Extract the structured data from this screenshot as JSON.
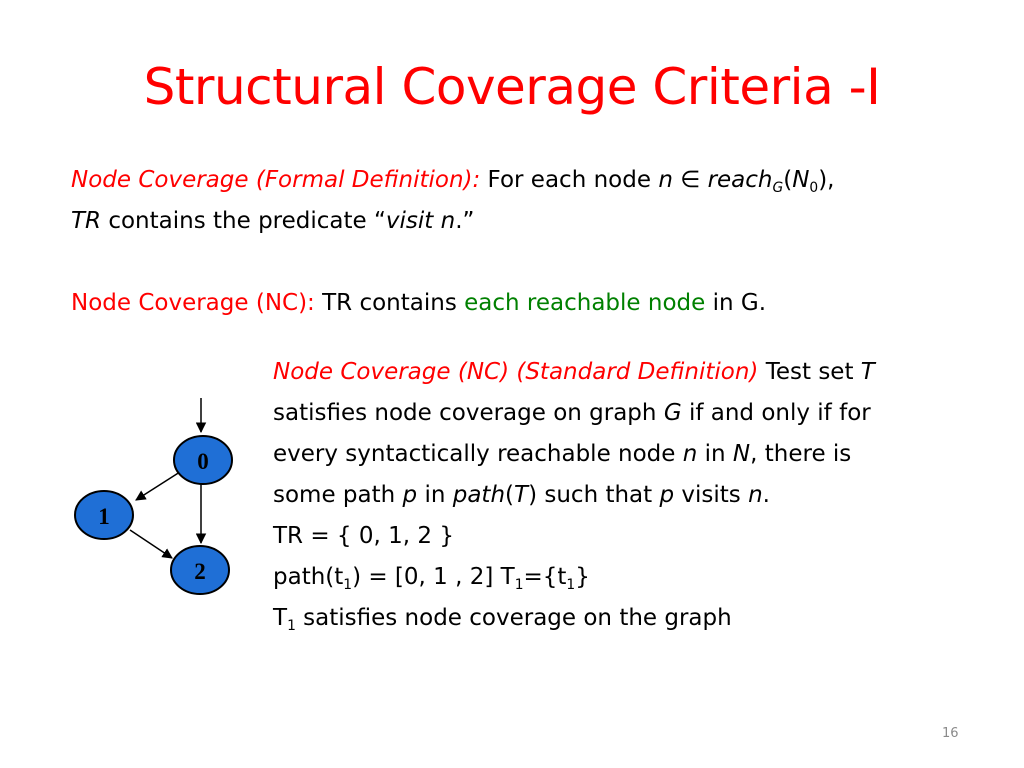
{
  "slide": {
    "title": "Structural Coverage Criteria -I",
    "page_number": "16"
  },
  "formal_definition": {
    "label": "Node Coverage (Formal Definition):",
    "text_a": " For each node ",
    "var_n": "n",
    "member": " ∈ ",
    "reach": "reach",
    "reach_sub": "G",
    "paren_open": "(",
    "N": "N",
    "N_sub": "0",
    "paren_close": "),",
    "TR": "TR",
    "text_b": "  contains the predicate “",
    "visit": "visit n",
    "text_c": ".”"
  },
  "nc": {
    "label": "Node Coverage (NC):",
    "text_a": " TR contains ",
    "highlight": "each reachable node",
    "text_b": " in G."
  },
  "standard_definition": {
    "label": "Node Coverage (NC) (Standard Definition)",
    "l1_a": " Test set ",
    "T": "T",
    "l2_a": "satisfies  node coverage on graph ",
    "G": "G",
    "l2_b": "  if and only if for",
    "l3_a": "every syntactically reachable   node ",
    "n": "n",
    "l3_b": " in ",
    "N": "N",
    "l3_c": ", there is",
    "l4_a": "some path ",
    "p": "p",
    "l4_b": " in ",
    "path": "path",
    "l4_c": "(",
    "T2": "T",
    "l4_d": ") such that ",
    "p2": "p",
    "l4_e": " visits ",
    "n2": "n",
    "l4_f": ".",
    "tr_line": "TR = { 0, 1, 2 }",
    "path_a": "path(t",
    "path_sub": "1",
    "path_b": ") = [0, 1 , 2]     T",
    "path_sub2": "1",
    "path_c": "={t",
    "path_sub3": "1",
    "path_d": "}",
    "sat_a": "T",
    "sat_sub": "1",
    "sat_b": " satisfies node coverage on the graph"
  },
  "graph": {
    "node_fill": "#1f6fd6",
    "nodes": [
      {
        "id": "0",
        "label": "0"
      },
      {
        "id": "1",
        "label": "1"
      },
      {
        "id": "2",
        "label": "2"
      }
    ],
    "edges": [
      {
        "from": "entry",
        "to": "0"
      },
      {
        "from": "0",
        "to": "1"
      },
      {
        "from": "0",
        "to": "2"
      },
      {
        "from": "1",
        "to": "2"
      }
    ]
  }
}
